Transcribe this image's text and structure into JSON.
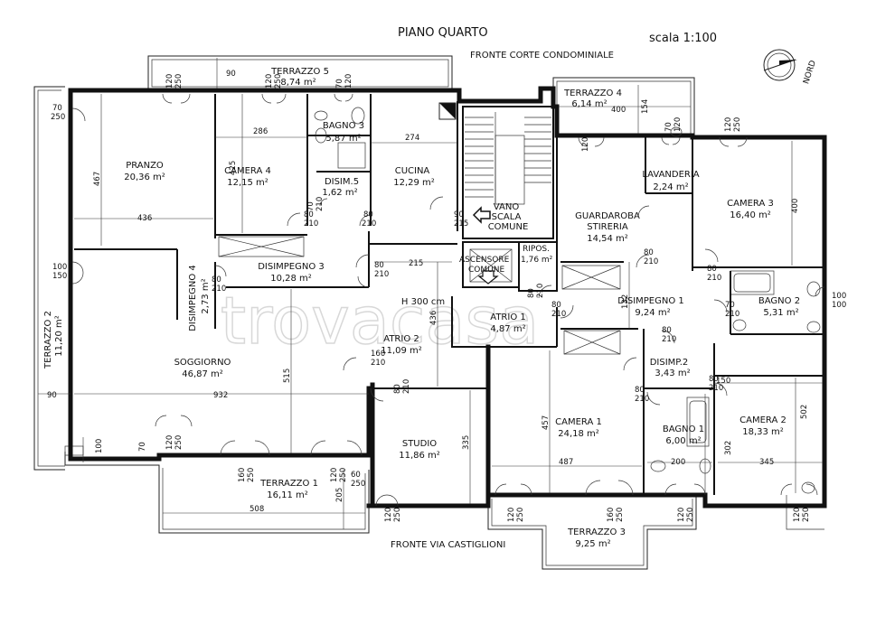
{
  "header": {
    "title": "PIANO QUARTO",
    "scale": "scala 1:100",
    "north": "NORD",
    "front_top": "FRONTE CORTE CONDOMINIALE",
    "front_bottom": "FRONTE VIA CASTIGLIONI",
    "height": "H 300 cm",
    "watermark": "trovacasa"
  },
  "rooms": {
    "terrazzo5": {
      "name": "TERRAZZO 5",
      "area": "8,74 m²"
    },
    "terrazzo4": {
      "name": "TERRAZZO 4",
      "area": "6,14 m²"
    },
    "terrazzo2": {
      "name": "TERRAZZO 2",
      "area": "11,20 m²"
    },
    "terrazzo1": {
      "name": "TERRAZZO 1",
      "area": "16,11 m²"
    },
    "terrazzo3": {
      "name": "TERRAZZO 3",
      "area": "9,25 m²"
    },
    "pranzo": {
      "name": "PRANZO",
      "area": "20,36 m²"
    },
    "camera4": {
      "name": "CAMERA 4",
      "area": "12,15 m²"
    },
    "bagno3": {
      "name": "BAGNO 3",
      "area": "5,87 m²"
    },
    "disim5": {
      "name": "DISIM.5",
      "area": "1,62 m²"
    },
    "cucina": {
      "name": "CUCINA",
      "area": "12,29 m²"
    },
    "vano": {
      "l1": "VANO",
      "l2": "SCALA",
      "l3": "COMUNE"
    },
    "ascensore": {
      "l1": "ASCENSORE",
      "l2": "COMUNE"
    },
    "ripos": {
      "name": "RIPOS.",
      "area": "1,76 m²"
    },
    "lavanderia": {
      "name": "LAVANDERIA",
      "area": "2,24 m²"
    },
    "camera3": {
      "name": "CAMERA 3",
      "area": "16,40 m²"
    },
    "guardaroba": {
      "l1": "GUARDAROBA",
      "l2": "STIRERIA",
      "area": "14,54 m²"
    },
    "disimpegno4": {
      "name": "DISIMPEGNO 4",
      "area": "2,73 m²"
    },
    "disimpegno3": {
      "name": "DISIMPEGNO 3",
      "area": "10,28 m²"
    },
    "disimpegno1": {
      "name": "DISIMPEGNO 1",
      "area": "9,24 m²"
    },
    "bagno2": {
      "name": "BAGNO 2",
      "area": "5,31 m²"
    },
    "atrio1": {
      "name": "ATRIO 1",
      "area": "4,87 m²"
    },
    "atrio2": {
      "name": "ATRIO 2",
      "area": "11,09 m²"
    },
    "soggiorno": {
      "name": "SOGGIORNO",
      "area": "46,87 m²"
    },
    "disimp2": {
      "name": "DISIMP.2",
      "area": "3,43 m²"
    },
    "studio": {
      "name": "STUDIO",
      "area": "11,86 m²"
    },
    "camera1": {
      "name": "CAMERA 1",
      "area": "24,18 m²"
    },
    "bagno1": {
      "name": "BAGNO 1",
      "area": "6,00 m²"
    },
    "camera2": {
      "name": "CAMERA 2",
      "area": "18,33 m²"
    }
  },
  "dims": {
    "d90_top": "90",
    "d286": "286",
    "d274": "274",
    "d400": "400",
    "d154": "154",
    "d467": "467",
    "d436": "436",
    "d425": "425",
    "d215": "215",
    "d436v": "436",
    "d132": "132",
    "d515": "515",
    "d932": "932",
    "d90_left": "90",
    "d457": "457",
    "d487": "487",
    "d335": "335",
    "d150": "150",
    "d502": "502",
    "d302": "302",
    "d200": "200",
    "d345": "345",
    "d100_left": "100",
    "d70_left": "70",
    "d205": "205",
    "d508": "508",
    "d400_cam3": "400"
  },
  "doors": {
    "p120_250": "120",
    "p250": "250",
    "p70": "70",
    "p80": "80",
    "p210": "210",
    "p90": "90",
    "p215": "215",
    "p100": "100",
    "p150": "150",
    "p160": "160",
    "p60": "60"
  }
}
